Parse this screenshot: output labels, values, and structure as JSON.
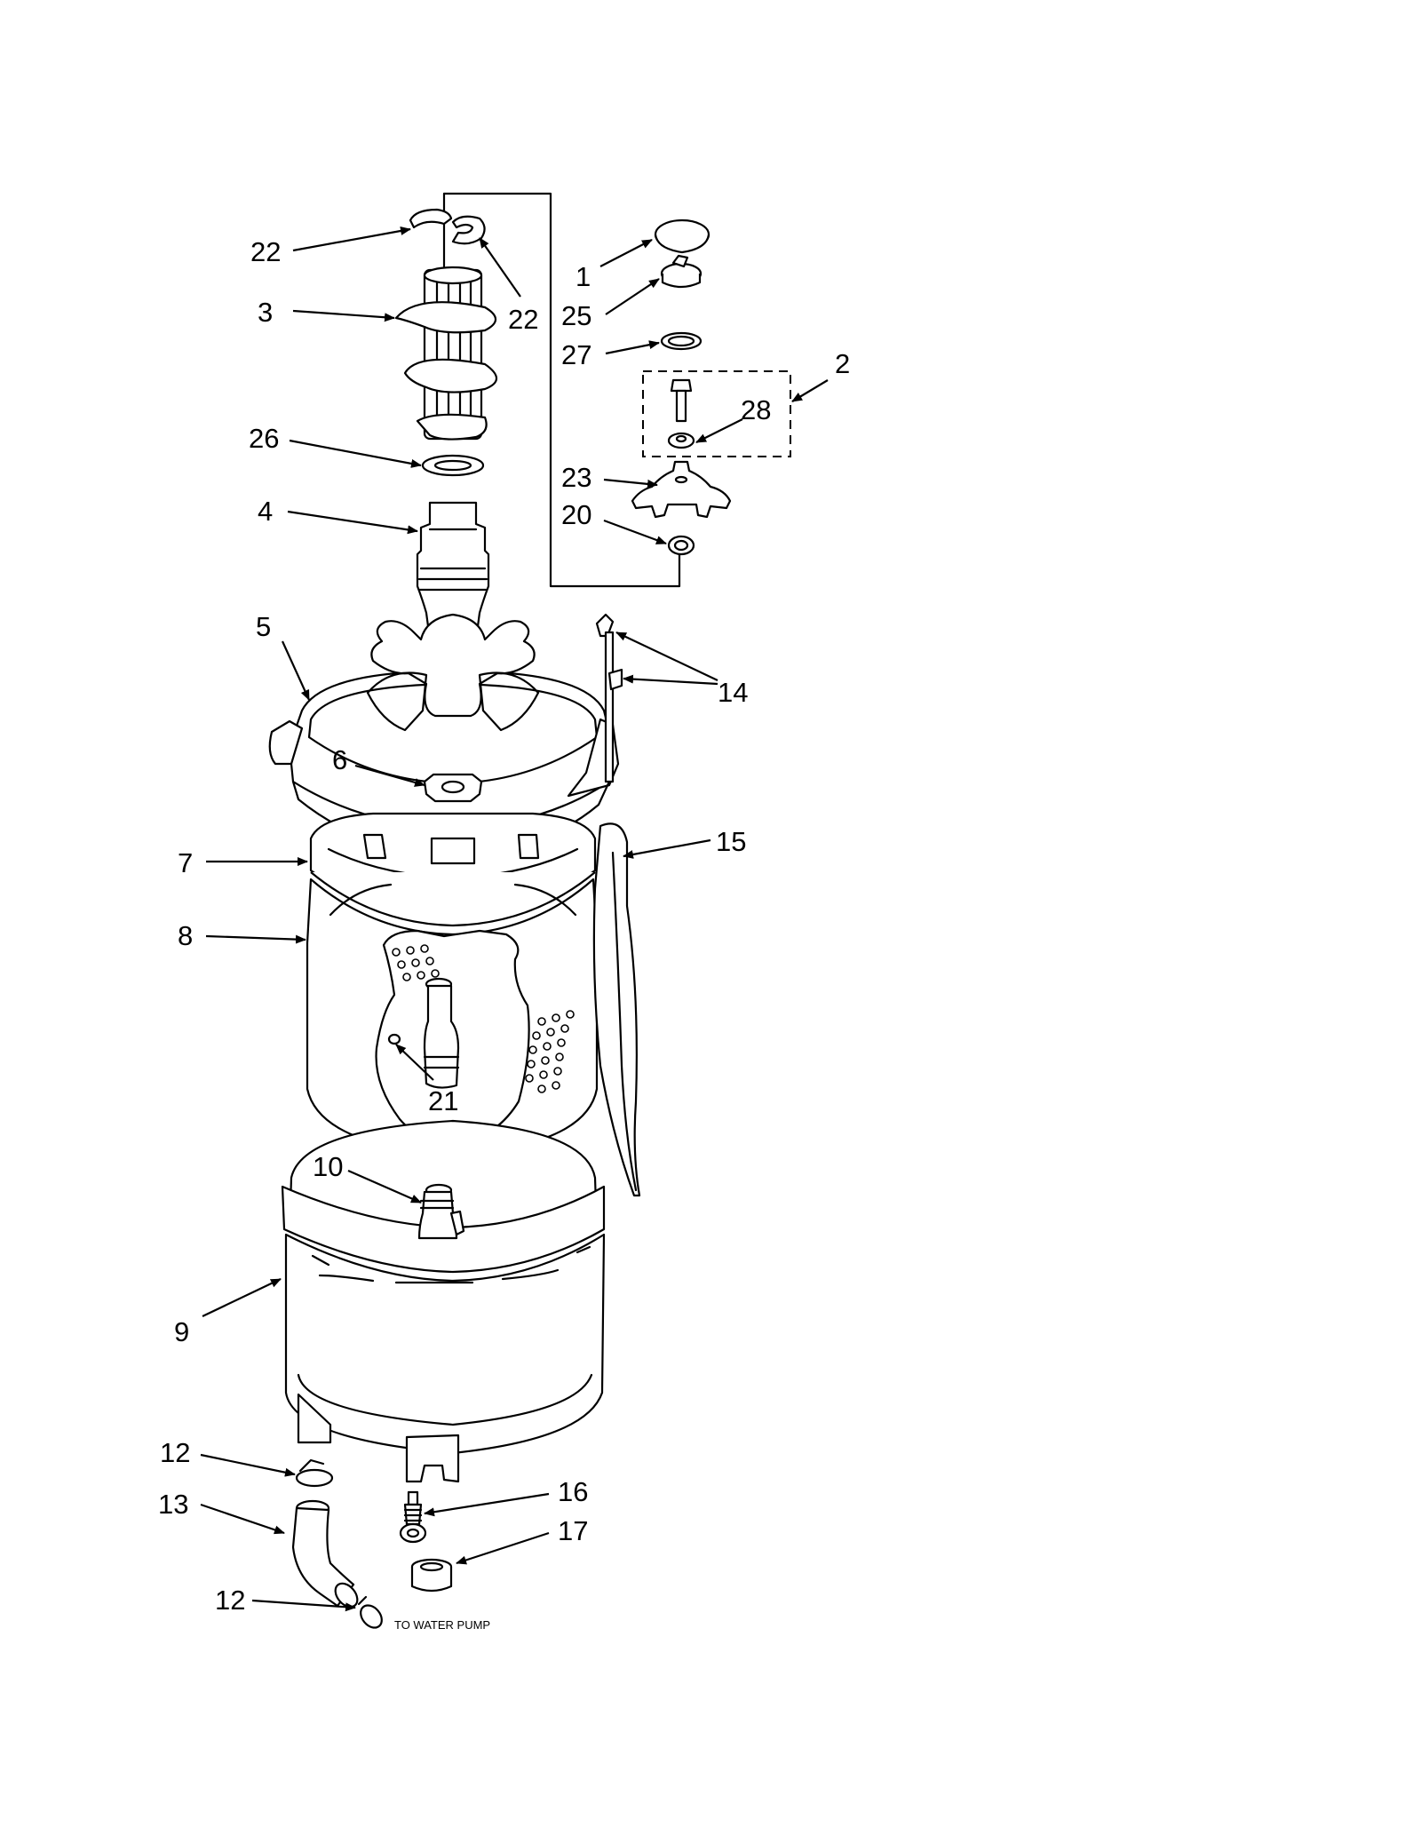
{
  "callouts": [
    {
      "label": "22"
    },
    {
      "label": "22"
    },
    {
      "label": "3"
    },
    {
      "label": "26"
    },
    {
      "label": "4"
    },
    {
      "label": "1"
    },
    {
      "label": "25"
    },
    {
      "label": "27"
    },
    {
      "label": "2"
    },
    {
      "label": "28"
    },
    {
      "label": "23"
    },
    {
      "label": "20"
    },
    {
      "label": "5"
    },
    {
      "label": "14"
    },
    {
      "label": "6"
    },
    {
      "label": "7"
    },
    {
      "label": "15"
    },
    {
      "label": "8"
    },
    {
      "label": "21"
    },
    {
      "label": "10"
    },
    {
      "label": "9"
    },
    {
      "label": "12"
    },
    {
      "label": "16"
    },
    {
      "label": "13"
    },
    {
      "label": "17"
    },
    {
      "label": "12"
    }
  ],
  "notes": {
    "pump_outlet": "TO WATER PUMP"
  }
}
